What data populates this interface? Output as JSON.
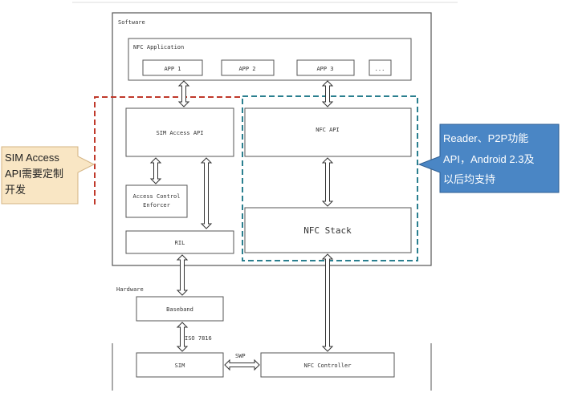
{
  "software": {
    "label": "Software",
    "nfc_application": {
      "label": "NFC Application",
      "apps": [
        "APP 1",
        "APP 2",
        "APP 3",
        "..."
      ]
    },
    "sim_access_api": "SIM Access API",
    "access_control": [
      "Access Control",
      "Enforcer"
    ],
    "ril": "RIL",
    "nfc_api": "NFC API",
    "nfc_stack": "NFC Stack"
  },
  "hardware": {
    "label": "Hardware",
    "baseband": "Baseband",
    "iso_label": "ISO 7816",
    "sim": "SIM",
    "swp_label": "SWP",
    "nfc_controller": "NFC Controller"
  },
  "callouts": {
    "left": {
      "lines": [
        "SIM Access",
        "API需要定制",
        "开发"
      ]
    },
    "right": {
      "lines": [
        "Reader、P2P功能",
        "API，Android 2.3及",
        "以后均支持"
      ]
    }
  },
  "colors": {
    "red_dash": "#c0392b",
    "teal_dash": "#2a7f8f",
    "callout_left_fill": "#f9e6c4",
    "callout_right_fill": "#4a86c5"
  }
}
